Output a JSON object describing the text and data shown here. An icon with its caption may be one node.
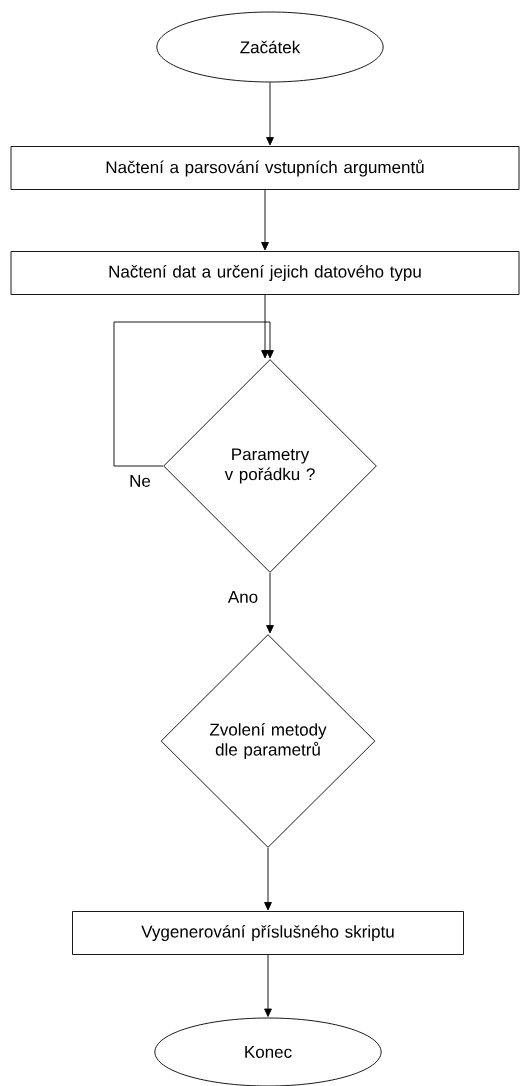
{
  "diagram": {
    "nodes": [
      {
        "text": [
          "Začátek"
        ]
      },
      {
        "text": [
          "Načtení a parsování vstupních argumentů"
        ]
      },
      {
        "text": [
          "Načtení dat a určení jejich datového typu"
        ]
      },
      {
        "text": [
          "Parametry v pořádku ?"
        ]
      },
      {
        "text": [
          "Zvolení metody dle parametrů"
        ]
      },
      {
        "text": [
          "Vygenerování příslušného skriptu"
        ]
      },
      {
        "text": [
          "Konec"
        ]
      }
    ],
    "edges": [
      {
        "from": 0,
        "to": 1,
        "arrow": "to"
      },
      {
        "from": 1,
        "to": 2,
        "arrow": "to"
      },
      {
        "from": 2,
        "to": 3,
        "arrow": "to"
      },
      {
        "from": 3,
        "to": 3,
        "label": "Ne",
        "arrow": "to"
      },
      {
        "from": 3,
        "to": 4,
        "label": "Ano",
        "arrow": "to"
      },
      {
        "from": 4,
        "to": 5,
        "arrow": "to"
      },
      {
        "from": 5,
        "to": 6,
        "arrow": "to"
      }
    ]
  }
}
